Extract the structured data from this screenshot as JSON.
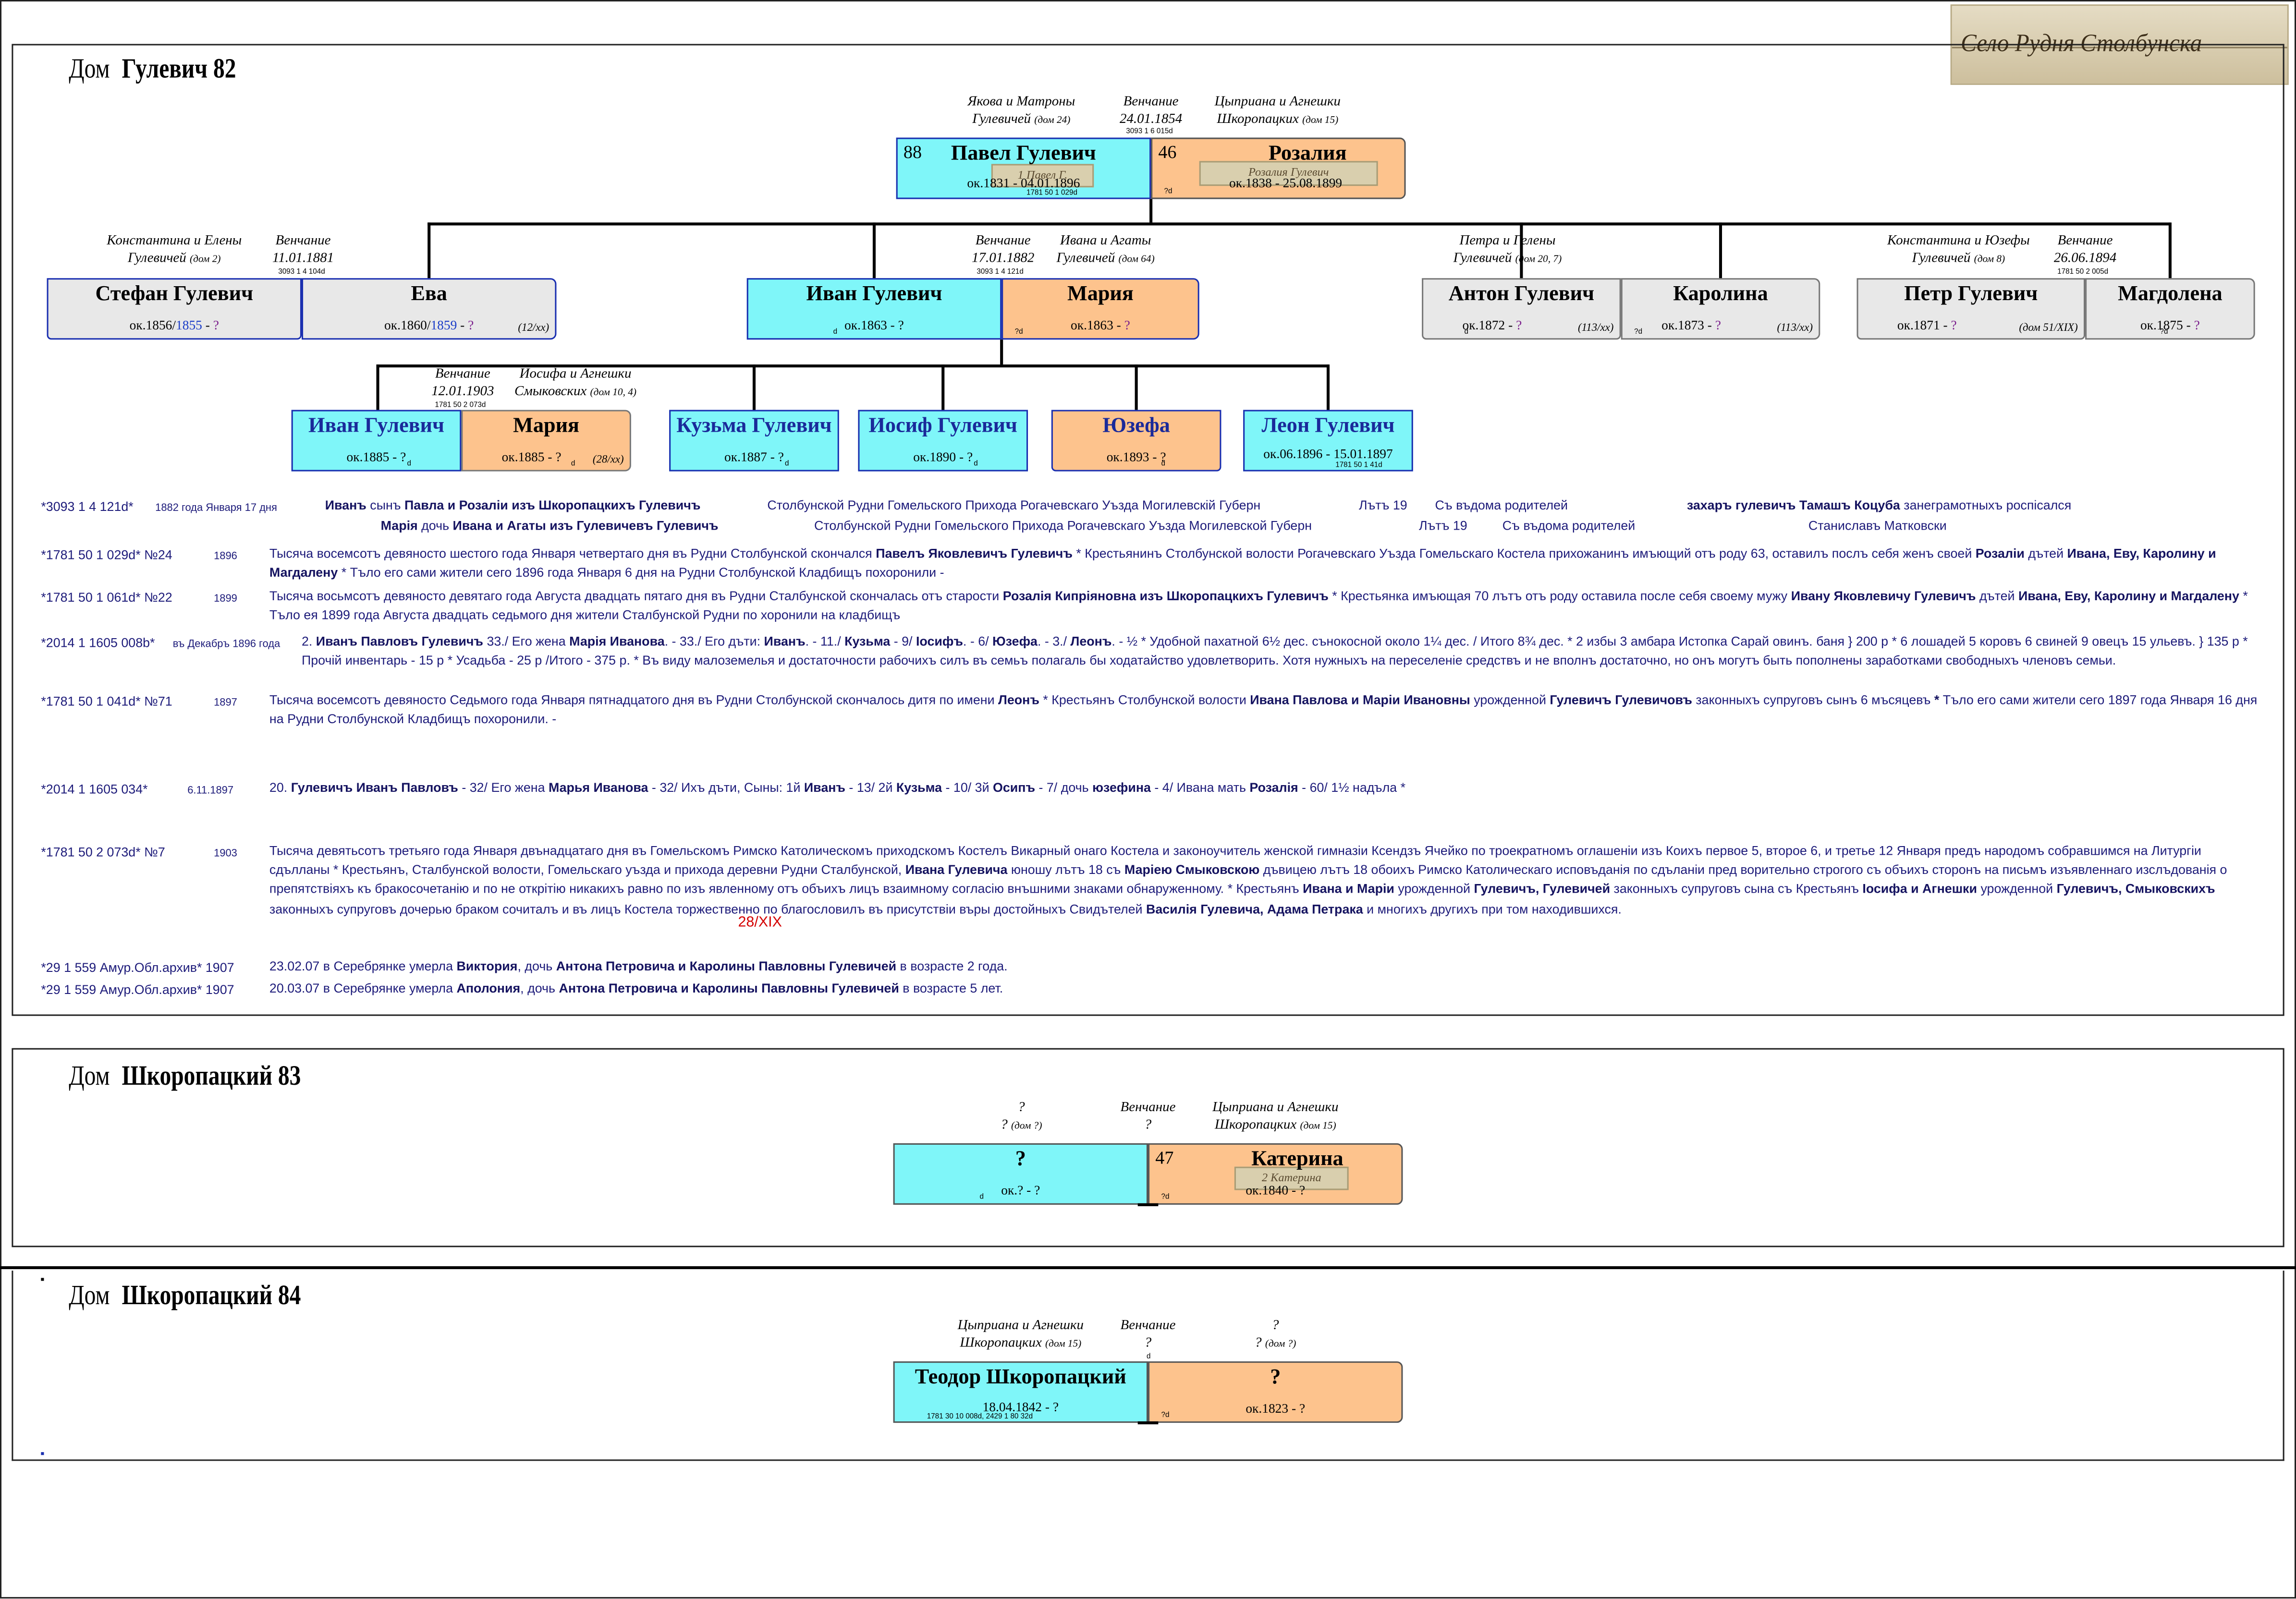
{
  "village_label": "Село Рудня Столбунска",
  "houses": [
    {
      "label": "Дом",
      "name": "Гулевич 82"
    },
    {
      "label": "Дом",
      "name": "Шкоропацкий 83"
    },
    {
      "label": "Дом",
      "name": "Шкоропацкий 84"
    }
  ],
  "h82": {
    "parents_ann": {
      "groom_parents": "Якова и Матроны",
      "groom_family": "Гулевичей",
      "groom_house": "(дом 24)",
      "wedding": "Венчание",
      "wedding_date": "24.01.1854",
      "wedding_ref": "3093 1 6 015d",
      "bride_parents": "Цыприана и Агнешки",
      "bride_family": "Шкоропацких",
      "bride_house": "(дом 15)"
    },
    "pavel": {
      "num": "88",
      "name": "Павел Гулевич",
      "dates": "ок.1831 - 04.01.1896",
      "ref": "1781 50 1 029d",
      "sig": "1 Павел Г."
    },
    "rozalia": {
      "num": "46",
      "name": "Розалия",
      "dates": "ок.1838 - 25.08.1899",
      "code": "?d",
      "sig": "Розалия Гулевич"
    },
    "stefan_ann": {
      "parents": "Константина и Елены",
      "family": "Гулевичей",
      "house": "(дом 2)",
      "wedding": "Венчание",
      "date": "11.01.1881",
      "ref": "3093 1 4 104d"
    },
    "stefan": {
      "name": "Стефан Гулевич",
      "dates_pre": "ок.1856/",
      "dates_alt": "1855",
      "dates_mid": " - ",
      "dates_end": "?"
    },
    "eva": {
      "name": "Ева",
      "dates_pre": "ок.1860/",
      "dates_alt": "1859",
      "dates_mid": " - ",
      "dates_end": "?",
      "note": "(12/xx)"
    },
    "ivan_ann": {
      "wedding": "Венчание",
      "date": "17.01.1882",
      "ref": "3093 1 4 121d",
      "parents": "Ивана и Агаты",
      "family": "Гулевичей",
      "house": "(дом 64)"
    },
    "ivan": {
      "name": "Иван Гулевич",
      "dates": "ок.1863 - ?",
      "code": "d"
    },
    "maria": {
      "name": "Мария",
      "dates_pre": "ок.1863 - ",
      "dates_end": "?",
      "code": "?d"
    },
    "anton_ann": {
      "parents": "Петра и Гелены",
      "family": "Гулевичей",
      "house": "(дом 20, 7)"
    },
    "anton": {
      "name": "Антон Гулевич",
      "dates_pre": "ок.1872 - ",
      "dates_end": "?",
      "code": "d",
      "note": "(113/xx)"
    },
    "karolina": {
      "name": "Каролина",
      "dates_pre": "ок.1873 - ",
      "dates_end": "?",
      "code": "?d",
      "note": "(113/xx)"
    },
    "petr_ann": {
      "parents": "Константина и Юзефы",
      "family": "Гулевичей",
      "house": "(дом 8)",
      "wedding": "Венчание",
      "date": "26.06.1894",
      "ref": "1781 50 2 005d"
    },
    "petr": {
      "name": "Петр Гулевич",
      "dates_pre": "ок.1871 - ",
      "dates_end": "?",
      "note": "(дом 51/XIX)"
    },
    "magdolena": {
      "name": "Магдолена",
      "dates_pre": "ок.1875 - ",
      "dates_end": "?",
      "code": "?d"
    },
    "ivan2_ann": {
      "wedding": "Венчание",
      "date": "12.01.1903",
      "ref": "1781 50 2 073d",
      "parents": "Иосифа и Агнешки",
      "family": "Смыковских",
      "house": "(дом 10, 4)"
    },
    "ivan2": {
      "name": "Иван Гулевич",
      "dates": "ок.1885 - ?",
      "code": "d"
    },
    "maria2": {
      "name": "Мария",
      "dates": "ок.1885 - ?",
      "code": "d",
      "note": "(28/xx)"
    },
    "kuzma": {
      "name": "Кузьма Гулевич",
      "dates": "ок.1887 - ?",
      "code": "d"
    },
    "iosif": {
      "name": "Иосиф Гулевич",
      "dates": "ок.1890 - ?",
      "code": "d"
    },
    "yuzefa": {
      "name": "Юзефа",
      "dates": "ок.1893 - ?",
      "code": "d"
    },
    "leon": {
      "name": "Леон Гулевич",
      "dates": "ок.06.1896 - 15.01.1897",
      "ref": "1781 50 1 41d"
    }
  },
  "records": {
    "r1": {
      "ref": "*3093 1 4 121d*",
      "date": "1882 года Января 17 дня",
      "l1_a": "Иванъ",
      "l1_b": " сынъ ",
      "l1_c": "Павла и Розаліи изъ Шкоропацкихъ Гулевичъ",
      "l1_d": "Столбунской Рудни Гомельского Прихода Рогачевскаго Уъзда Могилевскій Губерн",
      "l1_e": "Лътъ 19",
      "l1_f": "Съ въдома родителей",
      "l1_g": "захаръ гулевичъ Тамашъ Коцуба",
      "l1_h": " занеграмотныхъ роспісался",
      "l2_a": "Марія",
      "l2_b": " дочь ",
      "l2_c": "Ивана и Агаты изъ Гулевичевъ Гулевичъ",
      "l2_d": "Столбунской Рудни Гомельского Прихода Рогачевскаго Уъзда Могилевской Губерн",
      "l2_e": "Лътъ 19",
      "l2_f": "Съ въдома родителей",
      "l2_g": "Станиславъ Матковски"
    },
    "r2": {
      "ref": "*1781 50 1 029d* №24",
      "year": "1896",
      "t1": "Тысяча восемсотъ девяносто шестого года Января четвертаго дня въ Рудни Столбунской скончался ",
      "b1": "Павелъ Яковлевичъ Гулевичъ",
      "t2": " * Крестьянинъ Столбунской волости Рогачевскаго Уъзда Гомельскаго Костела прихожанинъ имъющий отъ роду 63, оставилъ послъ себя женъ своей ",
      "b2": "Розаліи",
      "t3": " дътей ",
      "b3": "Ивана, Еву, Каролину и Магдалену",
      "t4": " * Тъло его сами жители сего 1896 года Января 6 дня на Рудни Столбунской Кладбищъ похоронили -"
    },
    "r3": {
      "ref": "*1781 50 1 061d* №22",
      "year": "1899",
      "t1": "Тысяча восьмсотъ девяносто девятаго года Августа двадцать пятаго дня въ Рудни Сталбунской скончалась отъ старости ",
      "b1": "Розалія Кипріяновна изъ Шкоропацкихъ Гулевичъ",
      "t2": " * Крестьянка имъющая 70 лътъ отъ роду оставила после себя своему мужу ",
      "b2": "Ивану Яковлевичу Гулевичъ",
      "t3": " дътей ",
      "b3": "Ивана, Еву, Каролину и Магдалену",
      "t4": " * Тъло ея 1899 года Августа двадцать седьмого дня жители Сталбунской Рудни по хоронили на кладбищъ"
    },
    "r4": {
      "ref": "*2014 1 1605 008b*",
      "date": "въ Декабръ 1896 года",
      "t0": "2. ",
      "b1": "Иванъ Павловъ Гулевичъ",
      "t1": " 33./ Его жена ",
      "b2": "Марія Иванова",
      "t2": ". - 33./ Его дъти: ",
      "b3": "Иванъ",
      "t3": ". - 11./ ",
      "b4": "Кузьма",
      "t4": " - 9/ ",
      "b5": "Іосифъ",
      "t5": ". - 6/ ",
      "b6": "Юзефа",
      "t6": ". - 3./ ",
      "b7": "Леонъ",
      "t7": ". - ½ * Удобной пахатной 6½ дес. сънокосной около 1¼ дес. / Итого 8¾ дес. * 2 избы 3 амбара Истопка Сарай овинъ. баня } 200 р * 6 лошадей 5 коровъ 6 свиней 9 овецъ 15 ульевъ. } 135 р * Прочій инвентарь - 15 р * Усадьба - 25 р /Итого - 375 р. * Въ виду малоземелья и достаточности рабочихъ силъ въ семьъ полагаль бы ходатайство удовлетворить. Хотя нужныхъ на переселеніе средствъ и не вполнъ достаточно, но онъ могутъ быть пополнены заработками свободныхъ членовъ семьи."
    },
    "r5": {
      "ref": "*1781 50 1 041d* №71",
      "year": "1897",
      "t1": "Тысяча восемсотъ девяносто Седьмого года Января пятнадцатого дня въ Рудни Столбунской скончалось дитя по имени ",
      "b1": "Леонъ",
      "t2": " * Крестьянъ Столбунской волости ",
      "b2": "Ивана Павлова и Маріи Ивановны",
      "t3": " урожденной ",
      "b3": "Гулевичъ Гулевичовъ",
      "t4": " законныхъ супруговъ сынъ 6 мъсяцевъ ",
      "b4": "*",
      "t5": " Тъло его сами жители сего 1897 года Января 16 дня на Рудни Столбунской Кладбищъ похоронили. -"
    },
    "r6": {
      "ref": "*2014 1 1605 034*",
      "date": "6.11.1897",
      "t0": "20. ",
      "b1": "Гулевичъ Иванъ Павловъ",
      "t1": " - 32/ Его жена ",
      "b2": "Марья Иванова",
      "t2": " - 32/ Ихъ дъти, Сыны: 1й ",
      "b3": "Иванъ",
      "t3": " - 13/ 2й ",
      "b4": "Кузьма",
      "t4": " - 10/ 3й ",
      "b5": "Осипъ",
      "t5": " - 7/ дочь ",
      "b6": "юзефина",
      "t6": " - 4/ Ивана мать ",
      "b7": "Розалія",
      "t7": " - 60/ 1½ надъла *"
    },
    "r7": {
      "ref": "*1781 50 2 073d* №7",
      "year": "1903",
      "t1": "Тысяча девятьсотъ третьяго года Января двънадцатаго дня въ Гомельскомъ Римско Католическомъ приходскомъ Костелъ Викарный онаго Костела и законоучитель женской гимназіи Ксендзъ Ячейко по троекратномъ оглашеніи изъ Коихъ первое 5, второе 6, и третье 12 Января предъ народомъ собравшимся на Литургіи сдълланы * Крестьянъ, Сталбунской волости, Гомельскаго уъзда и прихода деревни Рудни Сталбунской, ",
      "b1": "Ивана Гулевича",
      "t2": " юношу лътъ 18 съ ",
      "b2": "Маріею Смыковскою",
      "t3": " дъвицею лътъ 18 обоихъ Римско Католическаго исповъданія  по сдъланіи пред ворительно строгого съ объихъ сторонъ на письмъ изъявленнаго изслъдованія о препятствіяхъ къ бракосочетанію и по не открітію никакихъ равно по изъ явленному отъ объихъ лицъ взаимному согласію внъшними знаками обнаруженному. * Крестьянъ ",
      "b3": "Ивана и Маріи",
      "t4": " урожденной ",
      "b4": "Гулевичъ, Гулевичей",
      "t5": " законныхъ супруговъ сына съ Крестьянъ ",
      "b5": "Іосифа и Агнешки",
      "t6": " урожденной ",
      "b6": "Гулевичъ, Смыковскихъ",
      "t7": " законныхъ супруговъ дочерью браком сочиталъ и въ лицъ Костела торжественно по благословилъ въ присутствіи въры достойныхъ Свидътелей ",
      "b7": "Василія Гулевича, Адама Петрака",
      "t8": " и многихъ другихъ при том находившихся.",
      "mark": "28/XIX"
    },
    "r8": {
      "ref": "*29 1 559 Амур.Обл.архив* 1907",
      "t1": "23.02.07 в Серебрянке умерла ",
      "b1": "Виктория",
      "t2": ", дочь ",
      "b2": "Антона Петровича и Каролины Павловны Гулевичей",
      "t3": " в возрасте 2 года."
    },
    "r9": {
      "ref": "*29 1 559 Амур.Обл.архив* 1907",
      "t1": "20.03.07 в Серебрянке умерла ",
      "b1": "Аполония",
      "t2": ", дочь ",
      "b2": "Антона Петровича и Каролины Павловны Гулевичей",
      "t3": " в возрасте 5 лет."
    }
  },
  "h83": {
    "ann": {
      "groom_parents": "?",
      "groom_family": "?",
      "groom_house": "(дом ?)",
      "wedding": "Венчание",
      "wedding_date": "?",
      "bride_parents": "Цыприана и Агнешки",
      "bride_family": "Шкоропацких",
      "bride_house": "(дом 15)"
    },
    "husband": {
      "name": "?",
      "dates": "ок.? - ?",
      "code": "d"
    },
    "wife": {
      "num": "47",
      "name": "Катерина",
      "dates": "ок.1840 - ?",
      "code": "?d",
      "sig": "2 Катерина"
    }
  },
  "h84": {
    "ann": {
      "groom_parents": "Цыприана и Агнешки",
      "groom_family": "Шкоропацких",
      "groom_house": "(дом 15)",
      "wedding": "Венчание",
      "wedding_date": "?",
      "code": "d",
      "bride_parents": "?",
      "bride_family": "?",
      "bride_house": "(дом ?)"
    },
    "husband": {
      "name": "Теодор Шкоропацкий",
      "dates": "18.04.1842 - ?",
      "ref": "1781 30 10 008d, 2429 1 80 32d"
    },
    "wife": {
      "name": "?",
      "dates": "ок.1823 - ?",
      "code": "?d"
    }
  }
}
